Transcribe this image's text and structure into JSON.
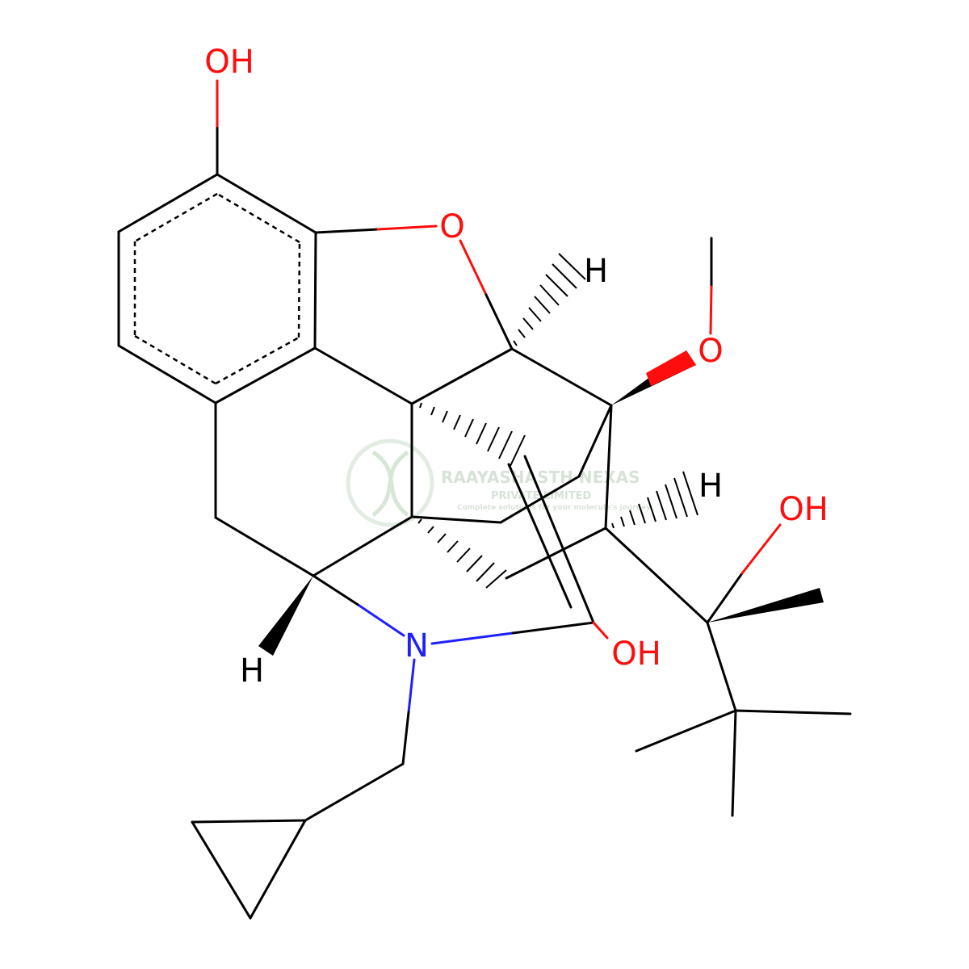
{
  "atoms": {
    "oh_top": "OH",
    "o_ring": "O",
    "h_top": "H",
    "o_methoxy": "O",
    "h_right": "H",
    "oh_right": "OH",
    "oh_mid": "OH",
    "n": "N",
    "h_left": "H"
  },
  "colors": {
    "bond": "#000000",
    "oxygen": "#ff0d0d",
    "nitrogen": "#1f1fff",
    "hydrogen": "#000000"
  },
  "watermark": {
    "title": "RAAYASHASTH NEXAS",
    "subtitle": "PRIVATE LIMITED",
    "tagline": "Complete solutions for your molecule's journey"
  }
}
